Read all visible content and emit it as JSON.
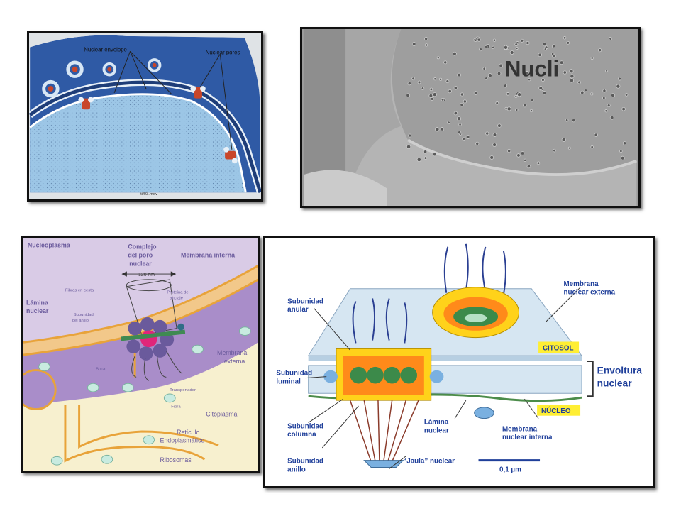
{
  "panel1": {
    "labels": {
      "envelope": "Nuclear envelope",
      "pores": "Nuclear pores",
      "caption": "tif03.mov"
    },
    "colors": {
      "cytoplasm": "#2f5aa5",
      "nucleoplasm": "#9cc6e6",
      "pore": "#c8462a"
    }
  },
  "panel2": {
    "title": "Nucli"
  },
  "panel3": {
    "labels": {
      "nucleoplasma": "Nucleoplasma",
      "complejo_1": "Complejo",
      "complejo_2": "del poro",
      "complejo_3": "nuclear",
      "scale": "120 nm",
      "fibras_cesta": "Fibras en cesta",
      "proteina_1": "Proteína de",
      "proteina_2": "anclaje",
      "membrana_interna": "Membrana interna",
      "lamina_1": "Lámina",
      "lamina_2": "nuclear",
      "subunidad_1": "Subunidad",
      "subunidad_2": "del anillo",
      "boca": "Boca",
      "membrana_externa_1": "Membrana",
      "membrana_externa_2": "externa",
      "transportador": "Transportador",
      "fibra": "Fibra",
      "citoplasma": "Citoplasma",
      "reticulo_1": "Retículo",
      "reticulo_2": "Endoplasmático",
      "ribosomas": "Ribosomas"
    }
  },
  "panel4": {
    "labels": {
      "anular_1": "Subunidad",
      "anular_2": "anular",
      "membrana_ext_1": "Membrana",
      "membrana_ext_2": "nuclear externa",
      "citosol": "CITOSOL",
      "envoltura_1": "Envoltura",
      "envoltura_2": "nuclear",
      "luminal_1": "Subunidad",
      "luminal_2": "luminal",
      "nucleo": "NÚCLEO",
      "columna_1": "Subunidad",
      "columna_2": "columna",
      "lamina_1": "Lámina",
      "lamina_2": "nuclear",
      "membrana_int_1": "Membrana",
      "membrana_int_2": "nuclear interna",
      "anillo_1": "Subunidad",
      "anillo_2": "anillo",
      "jaula": "“Jaula” nuclear",
      "scale": "0,1 µm"
    },
    "colors": {
      "label": "#1f3f9a",
      "tag_bg": "#ffee33"
    }
  }
}
